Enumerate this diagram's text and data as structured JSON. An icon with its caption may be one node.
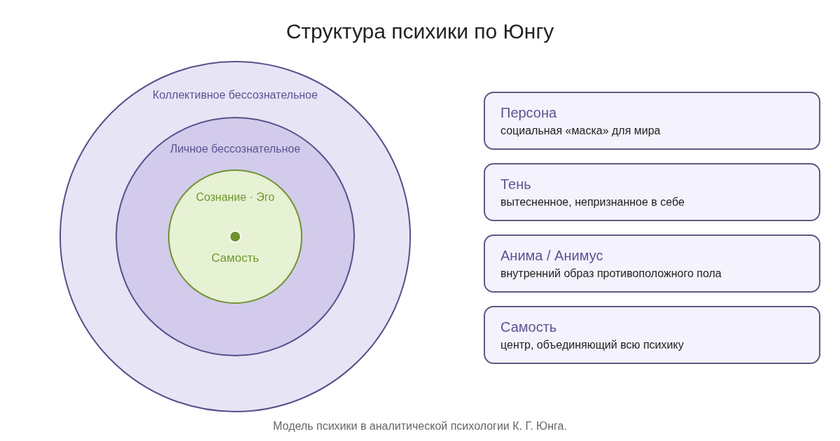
{
  "diagram": {
    "title": "Структура психики по Юнгу",
    "caption": "Модель психики в аналитической психологии К. Г. Юнга.",
    "nodes": [
      {
        "text": [
          "Коллективное бессознательное"
        ]
      },
      {
        "text": [
          "Личное бессознательное"
        ],
        "in": 0
      },
      {
        "text": [
          "Сознание · Эго"
        ],
        "in": 1
      },
      {
        "text": [],
        "shape": "circle",
        "in": 2,
        "beside": [
          "Самость"
        ]
      },
      {
        "text": [
          "Персона",
          "социальная «маска» для мира"
        ]
      },
      {
        "text": [
          "Тень",
          "вытесненное, непризнанное в себе"
        ]
      },
      {
        "text": [
          "Анима / Анимус",
          "внутренний образ противоположного пола"
        ]
      },
      {
        "text": [
          "Самость",
          "центр, объединяющий всю психику"
        ]
      }
    ]
  }
}
